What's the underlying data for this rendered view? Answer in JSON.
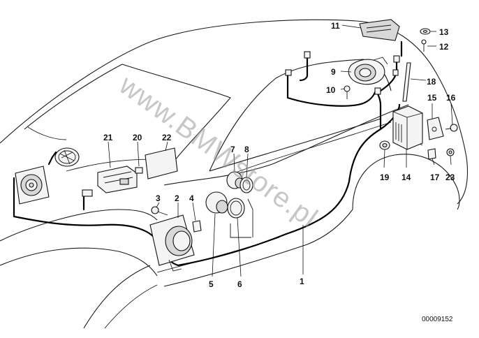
{
  "watermark": "www.BMWstore.pl",
  "document_number": "00009152",
  "callouts": {
    "c1": "1",
    "c2": "2",
    "c3": "3",
    "c4": "4",
    "c5": "5",
    "c6": "6",
    "c7": "7",
    "c8": "8",
    "c9": "9",
    "c10": "10",
    "c11": "11",
    "c12": "12",
    "c13": "13",
    "c14": "14",
    "c15": "15",
    "c16": "16",
    "c17": "17",
    "c18": "18",
    "c19": "19",
    "c20": "20",
    "c21": "21",
    "c22": "22",
    "c23": "23"
  }
}
